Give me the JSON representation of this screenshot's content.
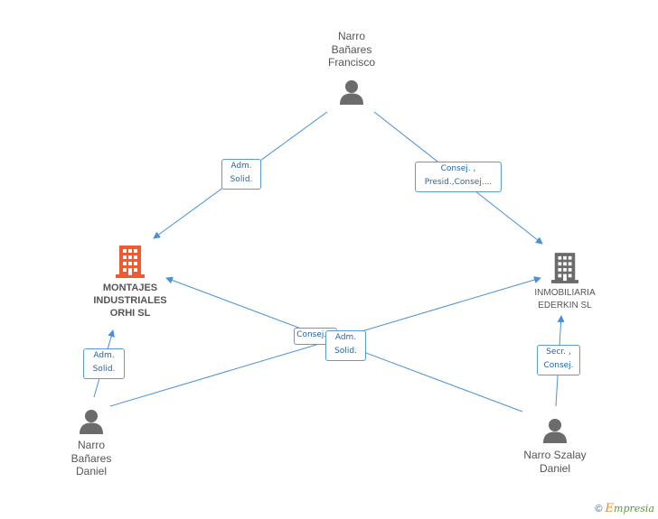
{
  "nodes": {
    "narro_banares_francisco": {
      "lines": [
        "Narro",
        "Bañares",
        "Francisco"
      ],
      "icon": "person-icon"
    },
    "montajes": {
      "lines": [
        "MONTAJES",
        "INDUSTRIALES",
        "ORHI SL"
      ],
      "icon": "building-icon",
      "color": "#f05a32"
    },
    "inmobiliaria": {
      "lines": [
        "INMOBILIARIA",
        "EDERKIN SL"
      ],
      "icon": "building-icon",
      "color": "#6b6b6b"
    },
    "narro_banares_daniel": {
      "lines": [
        "Narro",
        "Bañares",
        "Daniel"
      ],
      "icon": "person-icon"
    },
    "narro_szalay_daniel": {
      "lines": [
        "Narro Szalay",
        "Daniel"
      ],
      "icon": "person-icon"
    }
  },
  "edges": {
    "francisco_montajes": [
      "Adm.",
      "Solid."
    ],
    "francisco_inmobiliaria": [
      "Consej. ,",
      "Presid.,Consej...."
    ],
    "daniel_montajes": [
      "Adm.",
      "Solid."
    ],
    "szalay_montajes": [
      "Consej...."
    ],
    "daniel_inmobiliaria": [
      "Adm.",
      "Solid."
    ],
    "szalay_inmobiliaria": [
      "Secr. ,",
      "Consej."
    ]
  },
  "colors": {
    "edge": "#4a90d9",
    "person": "#6b6b6b"
  },
  "brand": {
    "copyright": "©",
    "e": "E",
    "rest": "mpresia"
  }
}
